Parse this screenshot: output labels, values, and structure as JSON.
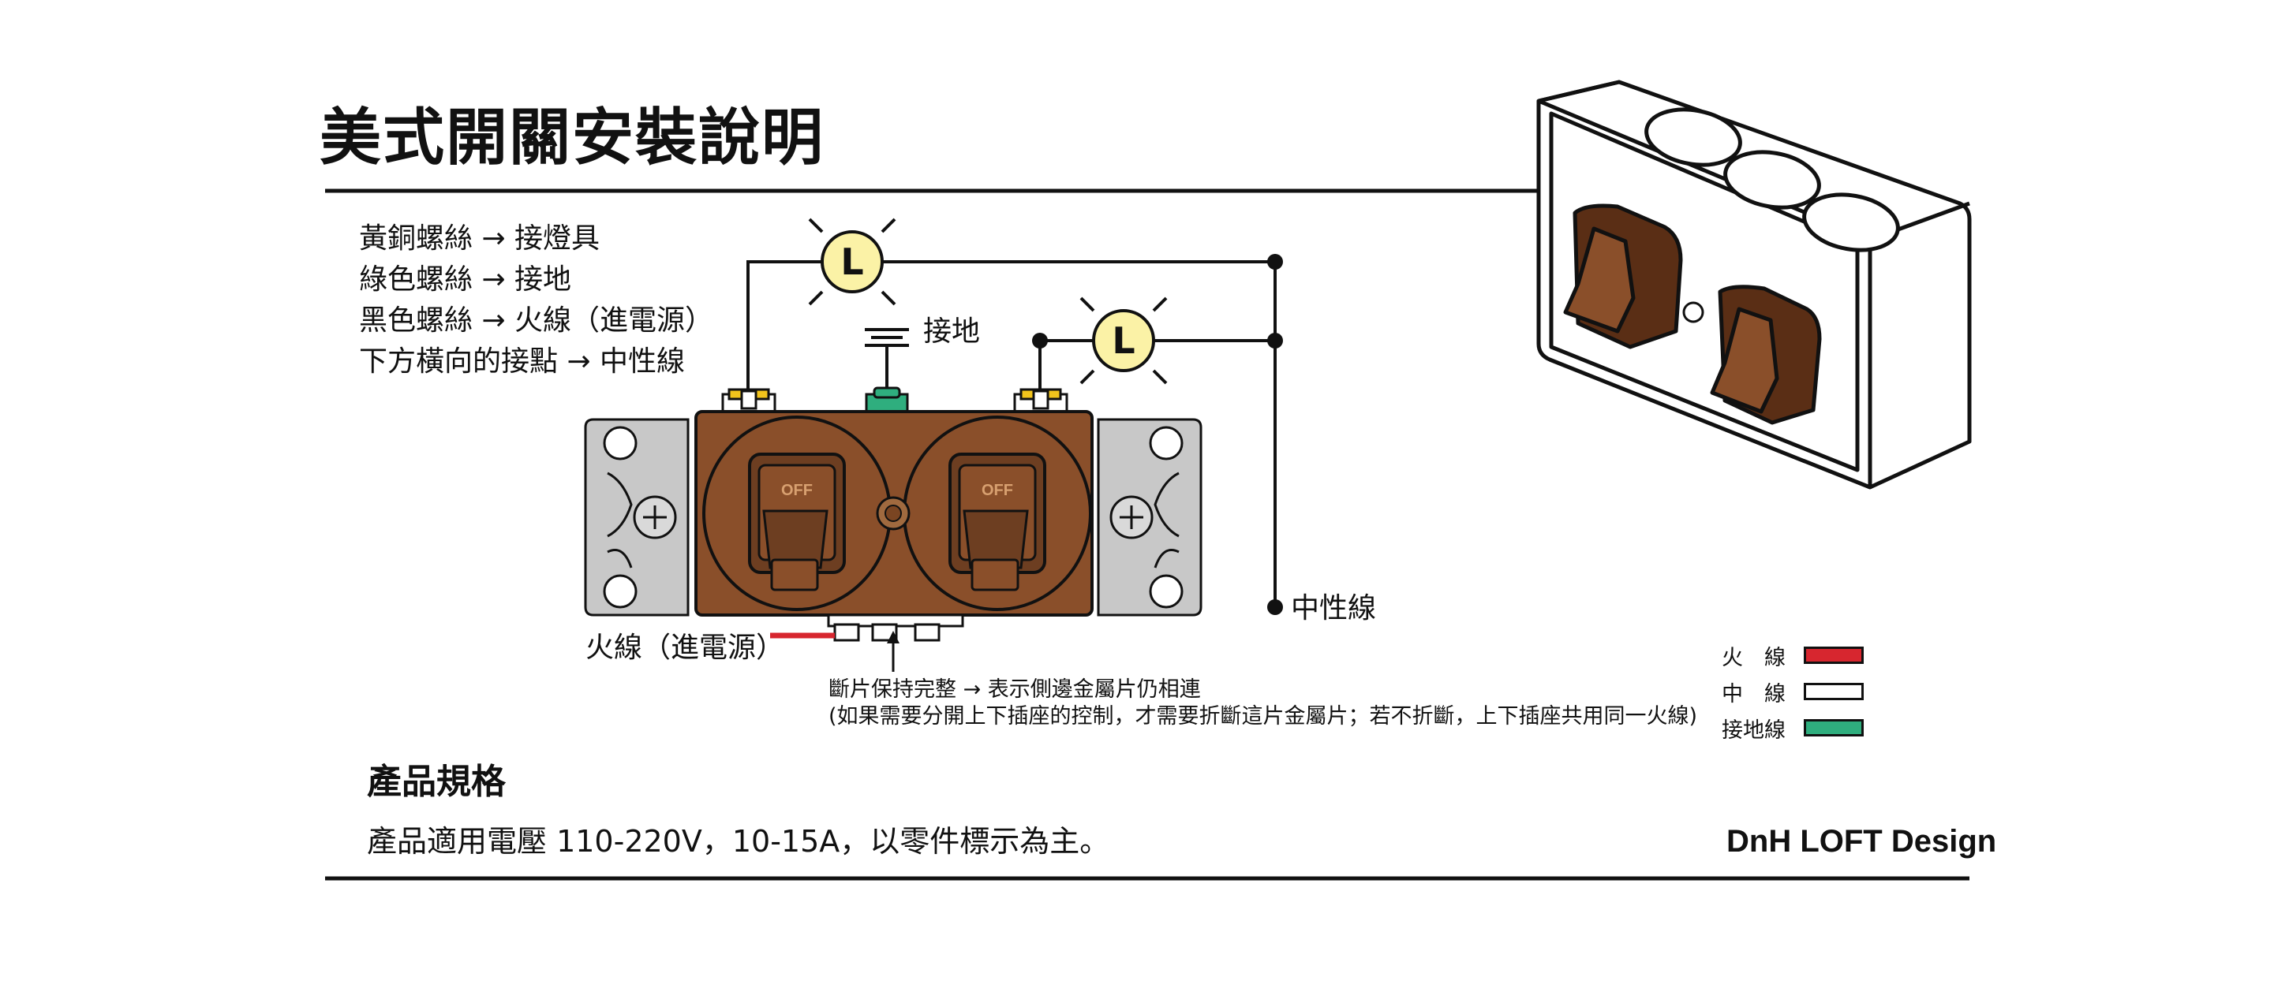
{
  "title": "美式開關安裝說明",
  "notes": [
    "黃銅螺絲 → 接燈具",
    "綠色螺絲 → 接地",
    "黑色螺絲 → 火線（進電源）",
    "下方橫向的接點 → 中性線"
  ],
  "diagram": {
    "lamp_letter": "L",
    "ground_label": "接地",
    "neutral_label": "中性線",
    "live_label": "火線（進電源）",
    "switch_off_label": "OFF",
    "tab_note_line1": "斷片保持完整 → 表示側邊金屬片仍相連",
    "tab_note_line2": "(如果需要分開上下插座的控制，才需要折斷這片金屬片；若不折斷，上下插座共用同一火線)"
  },
  "legend": [
    {
      "label": "火　線",
      "color": "#d7262f"
    },
    {
      "label": "中　線",
      "color": "#ffffff"
    },
    {
      "label": "接地線",
      "color": "#2fae7e"
    }
  ],
  "spec": {
    "title": "產品規格",
    "text": "產品適用電壓 110-220V，10-15A，以零件標示為主。"
  },
  "brand": "DnH LOFT Design",
  "colors": {
    "switch_body": "#8a4f2a",
    "lamp": "#fbf2a6",
    "brass": "#f2c41c",
    "ground_screw": "#2fae7e",
    "plate_gray": "#c8c8c8"
  }
}
